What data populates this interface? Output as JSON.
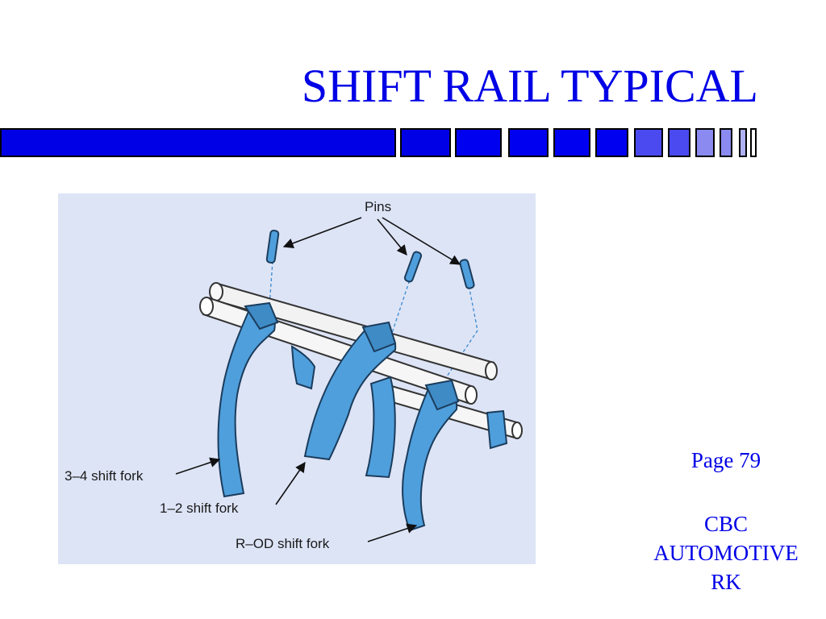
{
  "slide": {
    "title": "SHIFT RAIL TYPICAL",
    "page_ref": "Page 79",
    "credit_lines": [
      "CBC",
      "AUTOMOTIVE",
      "RK"
    ]
  },
  "diagram": {
    "labels": {
      "pins": "Pins",
      "fork_34": "3–4 shift fork",
      "fork_12": "1–2 shift fork",
      "fork_rod": "R–OD shift fork"
    }
  },
  "colors": {
    "title": "#0000e6",
    "bar_dark": "#0000e6",
    "bar_light": "#8a8af0",
    "figure_bg": "#dde4f6",
    "part_blue": "#4f9fdc",
    "part_blue_dark": "#2f6ea8",
    "rail": "#f2f2f2"
  }
}
